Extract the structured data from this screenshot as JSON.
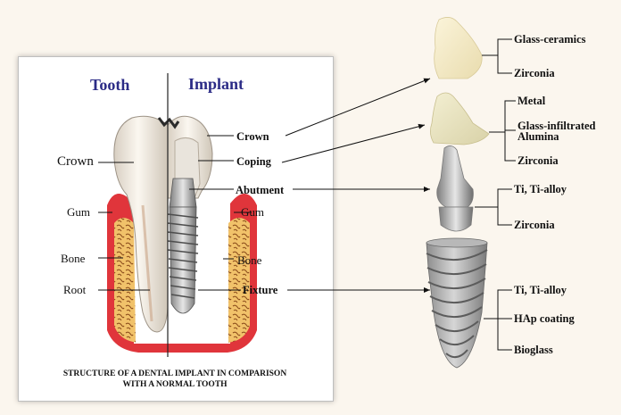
{
  "diagram": {
    "tooth_header": "Tooth",
    "implant_header": "Implant",
    "caption_line1": "STRUCTURE OF A DENTAL IMPLANT IN COMPARISON",
    "caption_line2": "WITH A NORMAL TOOTH",
    "tooth_labels": {
      "crown": "Crown",
      "gum": "Gum",
      "bone": "Bone",
      "root": "Root"
    },
    "implant_labels": {
      "crown": "Crown",
      "coping": "Coping",
      "abutment": "Abutment",
      "gum": "Gum",
      "bone": "Bone",
      "fixture": "Fixture"
    },
    "materials": {
      "crown": [
        "Glass-ceramics",
        "Zirconia"
      ],
      "coping_metal": "Metal",
      "coping_glass_line1": "Glass-infiltrated",
      "coping_glass_line2": "Alumina",
      "coping_zirconia": "Zirconia",
      "abutment": [
        "Ti, Ti-alloy",
        "Zirconia"
      ],
      "fixture": [
        "Ti, Ti-alloy",
        "HAp coating",
        "Bioglass"
      ]
    },
    "colors": {
      "header": "#2b2b86",
      "gum": "#e0353b",
      "bone": "#e7b15a",
      "background": "#fbf6ee"
    }
  }
}
